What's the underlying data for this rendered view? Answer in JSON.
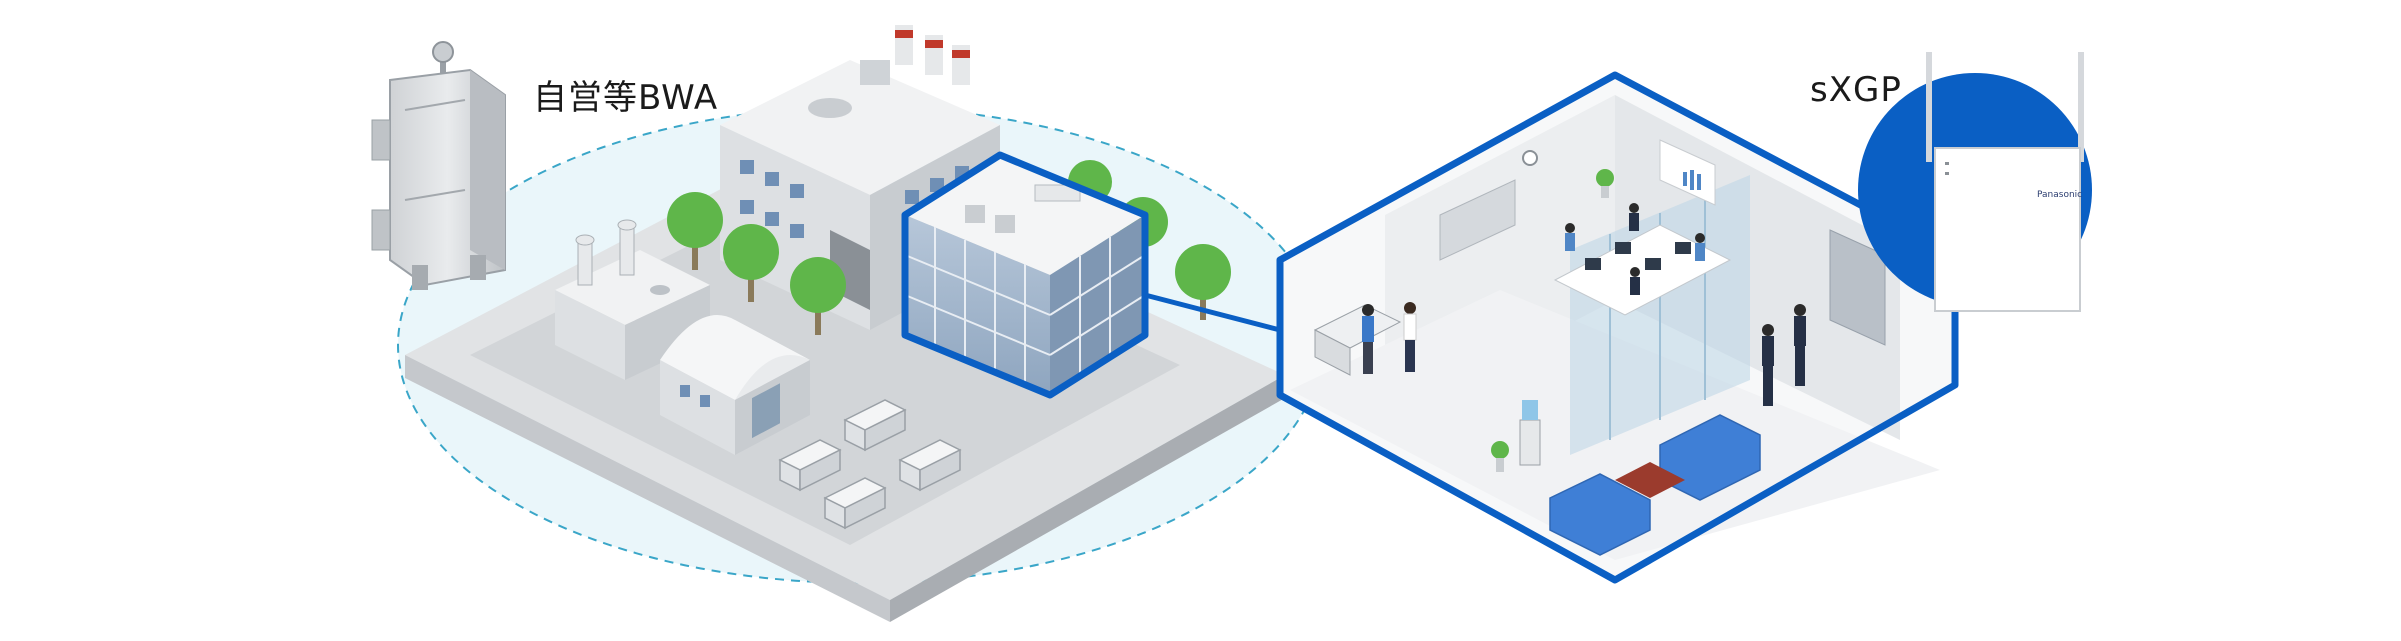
{
  "labels": {
    "bwa": "自営等BWA",
    "sxgp": "sXGP"
  },
  "device": {
    "brand": "Panasonic"
  },
  "colors": {
    "accent_blue": "#0a5fc4",
    "coverage_fill": "#eaf6fa",
    "coverage_stroke": "#3aa6c8",
    "ground_top": "#e1e3e5",
    "ground_side": "#b9bcc0",
    "tree": "#5fb64a",
    "sofa": "#3f7fd6"
  }
}
